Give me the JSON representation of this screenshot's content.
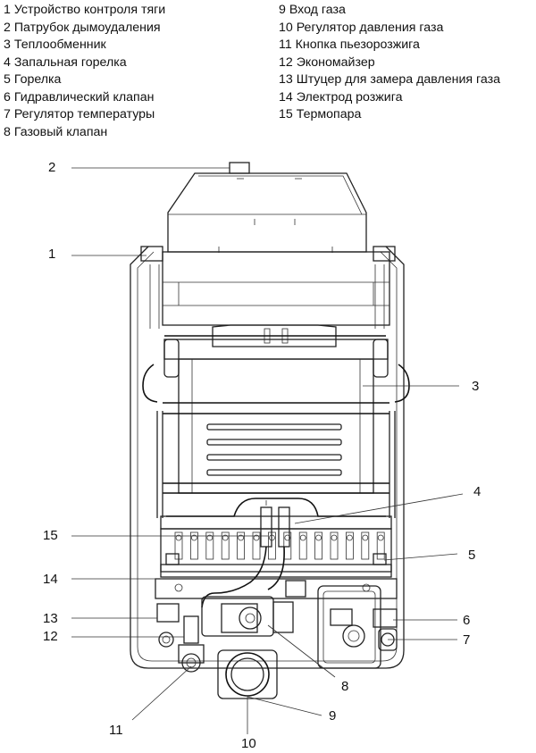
{
  "legend": [
    "1  Устройство контроля тяги",
    "2  Патрубок дымоудаления",
    "3  Теплообменник",
    "4  Запальная горелка",
    "5  Горелка",
    "6  Гидравлический клапан",
    "7  Регулятор температуры",
    "8  Газовый клапан",
    "9  Вход газа",
    "10 Регулятор давления газа",
    "11 Кнопка пьезорозжига",
    "12 Экономайзер",
    "13 Штуцер для замера давления газа",
    "14 Электрод розжига",
    "15 Термопара"
  ],
  "callouts": [
    "1",
    "2",
    "3",
    "4",
    "5",
    "6",
    "7",
    "8",
    "9",
    "10",
    "11",
    "12",
    "13",
    "14",
    "15"
  ]
}
